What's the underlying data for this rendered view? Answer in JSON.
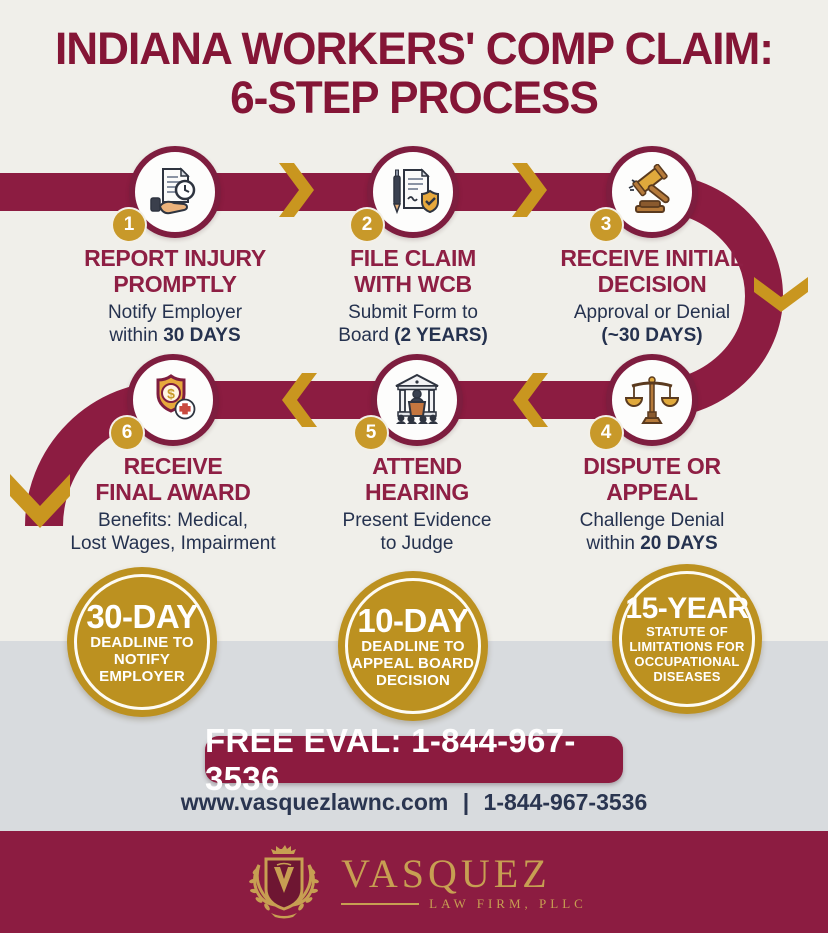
{
  "title": {
    "line1": "INDIANA WORKERS' COMP CLAIM:",
    "line2": "6-STEP PROCESS"
  },
  "steps": [
    {
      "num": "1",
      "t1": "REPORT INJURY",
      "t2": "PROMPTLY",
      "s1": "Notify Employer",
      "s2a": "within ",
      "s2b": "30 DAYS",
      "s2c": "",
      "icon": "injury-report-document-clock-hand"
    },
    {
      "num": "2",
      "t1": "FILE CLAIM",
      "t2": "WITH WCB",
      "s1": "Submit Form to",
      "s2a": "Board ",
      "s2b": "(2 YEARS)",
      "s2c": "",
      "icon": "pen-document-shield-check"
    },
    {
      "num": "3",
      "t1": "RECEIVE INITIAL",
      "t2": "DECISION",
      "s1": "Approval or Denial",
      "s2a": "",
      "s2b": "(~30 DAYS)",
      "s2c": "",
      "icon": "gavel"
    },
    {
      "num": "4",
      "t1": "DISPUTE OR",
      "t2": "APPEAL",
      "s1": "Challenge Denial",
      "s2a": "within ",
      "s2b": "20 DAYS",
      "s2c": "",
      "icon": "scales-of-justice"
    },
    {
      "num": "5",
      "t1": "ATTEND",
      "t2": "HEARING",
      "s1": "Present Evidence",
      "s2a": "to Judge",
      "s2b": "",
      "s2c": "",
      "icon": "courtroom-judge"
    },
    {
      "num": "6",
      "t1": "RECEIVE",
      "t2": "FINAL AWARD",
      "s1": "Benefits: Medical,",
      "s2a": "Lost Wages, Impairment",
      "s2b": "",
      "s2c": "",
      "icon": "benefits-shield-dollar-cross"
    }
  ],
  "deadline_badges": [
    {
      "big": "30-DAY",
      "lines": [
        "DEADLINE TO",
        "NOTIFY",
        "EMPLOYER"
      ]
    },
    {
      "big": "10-DAY",
      "lines": [
        "DEADLINE TO",
        "APPEAL BOARD",
        "DECISION"
      ]
    },
    {
      "big": "15-YEAR",
      "lines": [
        "STATUTE OF",
        "LIMITATIONS FOR",
        "OCCUPATIONAL",
        "DISEASES"
      ]
    }
  ],
  "banner": {
    "label": "FREE EVAL: 1-844-967-3536"
  },
  "contact": {
    "website": "www.vasquezlawnc.com",
    "separator": "|",
    "phone": "1-844-967-3536"
  },
  "footer": {
    "brand": "VASQUEZ",
    "subbrand": "LAW FIRM, PLLC"
  },
  "colors": {
    "maroon": "#8C1C41",
    "title_maroon": "#841536",
    "gold": "#C8992A",
    "badge_gold": "#BC9120",
    "navy": "#25324F",
    "cream": "#F0EFEA",
    "grey": "#D8DBDE"
  }
}
